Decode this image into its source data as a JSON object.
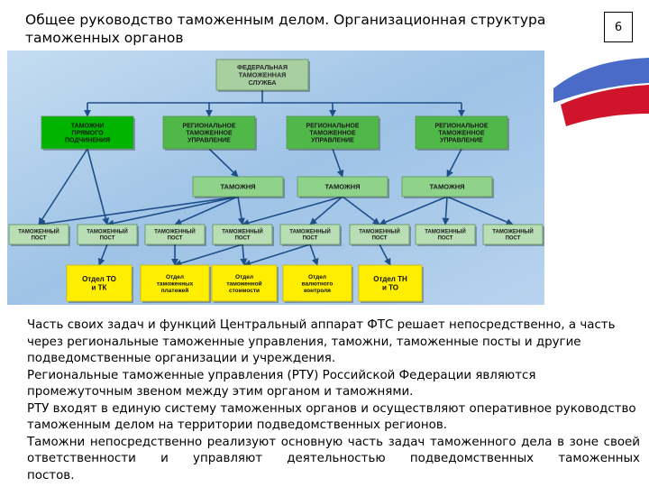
{
  "header": {
    "title": "Общее руководство таможенным делом. Организационная структура таможенных органов",
    "page_number": "6"
  },
  "org_chart": {
    "root": "ФЕДЕРАЛЬНАЯ ТАМОЖЕННАЯ СЛУЖБА",
    "level2": [
      "ТАМОЖНИ ПРЯМОГО ПОДЧИНЕНИЯ",
      "РЕГИОНАЛЬНОЕ ТАМОЖЕННОЕ УПРАВЛЕНИЕ",
      "РЕГИОНАЛЬНОЕ ТАМОЖЕННОЕ УПРАВЛЕНИЕ",
      "РЕГИОНАЛЬНОЕ ТАМОЖЕННОЕ УПРАВЛЕНИЕ"
    ],
    "level3": [
      "ТАМОЖНЯ",
      "ТАМОЖНЯ",
      "ТАМОЖНЯ"
    ],
    "level4": [
      "ТАМОЖЕННЫЙ ПОСТ",
      "ТАМОЖЕННЫЙ ПОСТ",
      "ТАМОЖЕННЫЙ ПОСТ",
      "ТАМОЖЕННЫЙ ПОСТ",
      "ТАМОЖЕННЫЙ ПОСТ",
      "ТАМОЖЕННЫЙ ПОСТ",
      "ТАМОЖЕННЫЙ ПОСТ",
      "ТАМОЖЕННЫЙ ПОСТ"
    ],
    "level5": [
      "Отдел ТО и ТК",
      "Отдел таможенных платежей",
      "Отдел таможенной стоимости",
      "Отдел валютного контроля",
      "Отдел ТН и ТО"
    ]
  },
  "body": {
    "paragraphs": [
      "Часть своих задач и функций Центральный аппарат ФТС решает непосредственно, а часть через региональные таможенные управления, таможни, таможенные посты и другие подведомственные организации и учреждения.",
      "Региональные таможенные управления (РТУ) Российской Федерации являются промежуточным звеном между этим органом и таможнями.",
      "РТУ входят в единую систему таможенных органов и осуществляют оперативное руководство таможенным делом на территории подведомственных регионов.",
      "Таможни непосредственно реализуют основную часть задач таможенного дела в зоне своей ответственности и управляют деятельностью подведомственных таможенных",
      "постов."
    ]
  },
  "colors": {
    "background_blue": "#9ec3e6",
    "root_box": "#a7cfa0",
    "direct_box": "#00b400",
    "regional_box": "#4fb848",
    "customs_box": "#8fd38a",
    "post_box": "#b9ddb4",
    "department_box": "#ffee00",
    "connector": "#1f4f8a"
  }
}
